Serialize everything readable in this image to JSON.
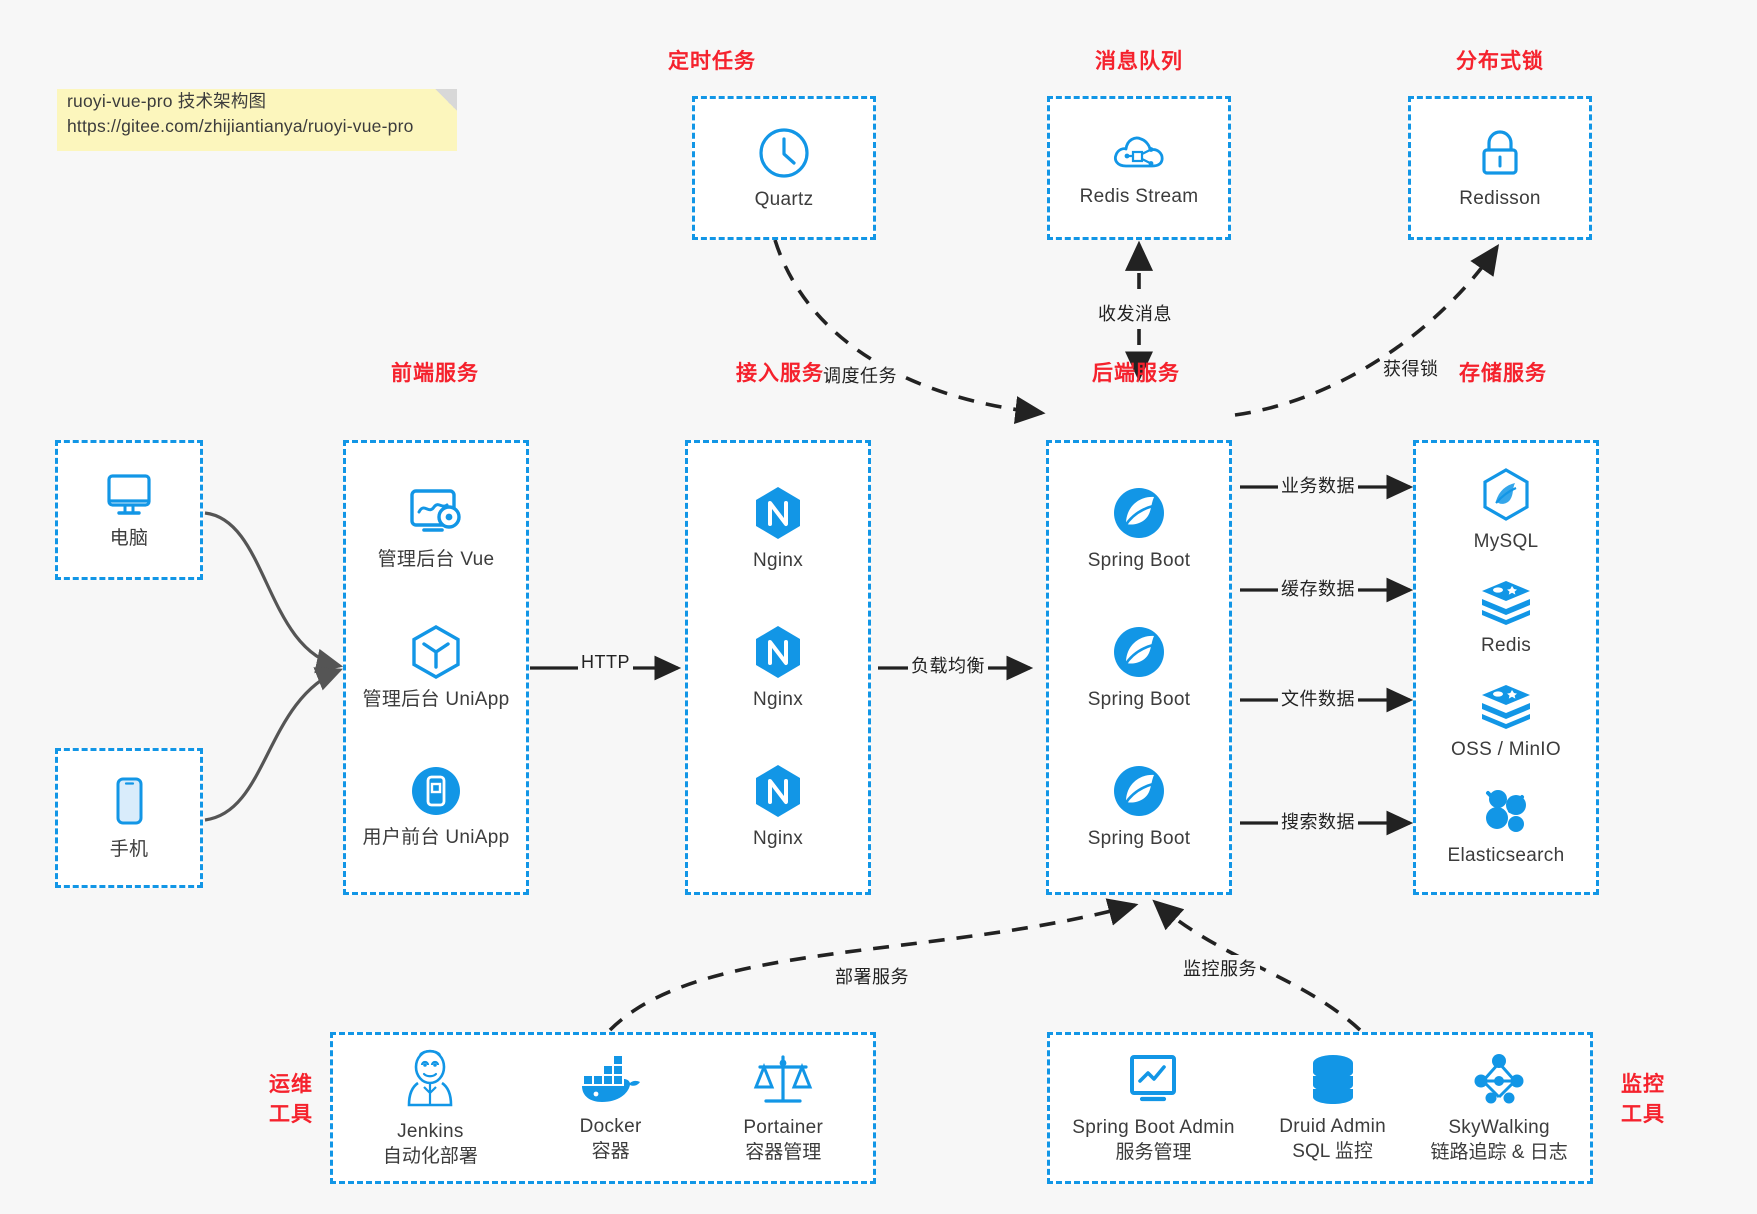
{
  "note": {
    "line1": "ruoyi-vue-pro 技术架构图",
    "line2": "https://gitee.com/zhijiantianya/ruoyi-vue-pro"
  },
  "colors": {
    "title_red": "#f5222d",
    "box_blue": "#1296e6",
    "icon_blue": "#1296e6",
    "text_dark": "#3c3c3c",
    "note_yellow": "#fcf6bd",
    "canvas_bg": "#f7f7f7",
    "arrow_gray": "#555555",
    "arrow_black": "#222222"
  },
  "groups": {
    "scheduled_task": {
      "title": "定时任务",
      "nodes": [
        {
          "label": "Quartz",
          "icon": "clock-icon"
        }
      ]
    },
    "message_queue": {
      "title": "消息队列",
      "nodes": [
        {
          "label": "Redis Stream",
          "icon": "cloud-stream-icon"
        }
      ]
    },
    "distributed_lock": {
      "title": "分布式锁",
      "nodes": [
        {
          "label": "Redisson",
          "icon": "lock-icon"
        }
      ]
    },
    "clients": {
      "nodes": [
        {
          "label": "电脑",
          "icon": "monitor-icon"
        },
        {
          "label": "手机",
          "icon": "phone-icon"
        }
      ]
    },
    "frontend": {
      "title": "前端服务",
      "nodes": [
        {
          "label": "管理后台 Vue",
          "icon": "dashboard-gear-icon"
        },
        {
          "label": "管理后台 UniApp",
          "icon": "cube-icon"
        },
        {
          "label": "用户前台 UniApp",
          "icon": "mobile-app-icon"
        }
      ]
    },
    "gateway": {
      "title": "接入服务",
      "nodes": [
        {
          "label": "Nginx",
          "icon": "nginx-icon"
        },
        {
          "label": "Nginx",
          "icon": "nginx-icon"
        },
        {
          "label": "Nginx",
          "icon": "nginx-icon"
        }
      ]
    },
    "backend": {
      "title": "后端服务",
      "nodes": [
        {
          "label": "Spring Boot",
          "icon": "spring-leaf-icon"
        },
        {
          "label": "Spring Boot",
          "icon": "spring-leaf-icon"
        },
        {
          "label": "Spring Boot",
          "icon": "spring-leaf-icon"
        }
      ]
    },
    "storage": {
      "title": "存储服务",
      "nodes": [
        {
          "label": "MySQL",
          "icon": "mysql-dolphin-icon"
        },
        {
          "label": "Redis",
          "icon": "redis-stack-icon"
        },
        {
          "label": "OSS / MinIO",
          "icon": "redis-stack-icon"
        },
        {
          "label": "Elasticsearch",
          "icon": "elasticsearch-icon"
        }
      ]
    },
    "devops": {
      "title_line1": "运维",
      "title_line2": "工具",
      "nodes": [
        {
          "label": "Jenkins",
          "sublabel": "自动化部署",
          "icon": "jenkins-butler-icon"
        },
        {
          "label": "Docker",
          "sublabel": "容器",
          "icon": "docker-whale-icon"
        },
        {
          "label": "Portainer",
          "sublabel": "容器管理",
          "icon": "scales-icon"
        }
      ]
    },
    "monitor": {
      "title_line1": "监控",
      "title_line2": "工具",
      "nodes": [
        {
          "label": "Spring Boot Admin",
          "sublabel": "服务管理",
          "icon": "chart-monitor-icon"
        },
        {
          "label": "Druid Admin",
          "sublabel": "SQL 监控",
          "icon": "database-icon"
        },
        {
          "label": "SkyWalking",
          "sublabel": "链路追踪 & 日志",
          "icon": "skywalking-icon"
        }
      ]
    }
  },
  "edges": {
    "schedule_task": "调度任务",
    "send_receive_message": "收发消息",
    "acquire_lock": "获得锁",
    "http": "HTTP",
    "load_balance": "负载均衡",
    "business_data": "业务数据",
    "cache_data": "缓存数据",
    "file_data": "文件数据",
    "search_data": "搜索数据",
    "deploy_service": "部署服务",
    "monitor_service": "监控服务"
  }
}
